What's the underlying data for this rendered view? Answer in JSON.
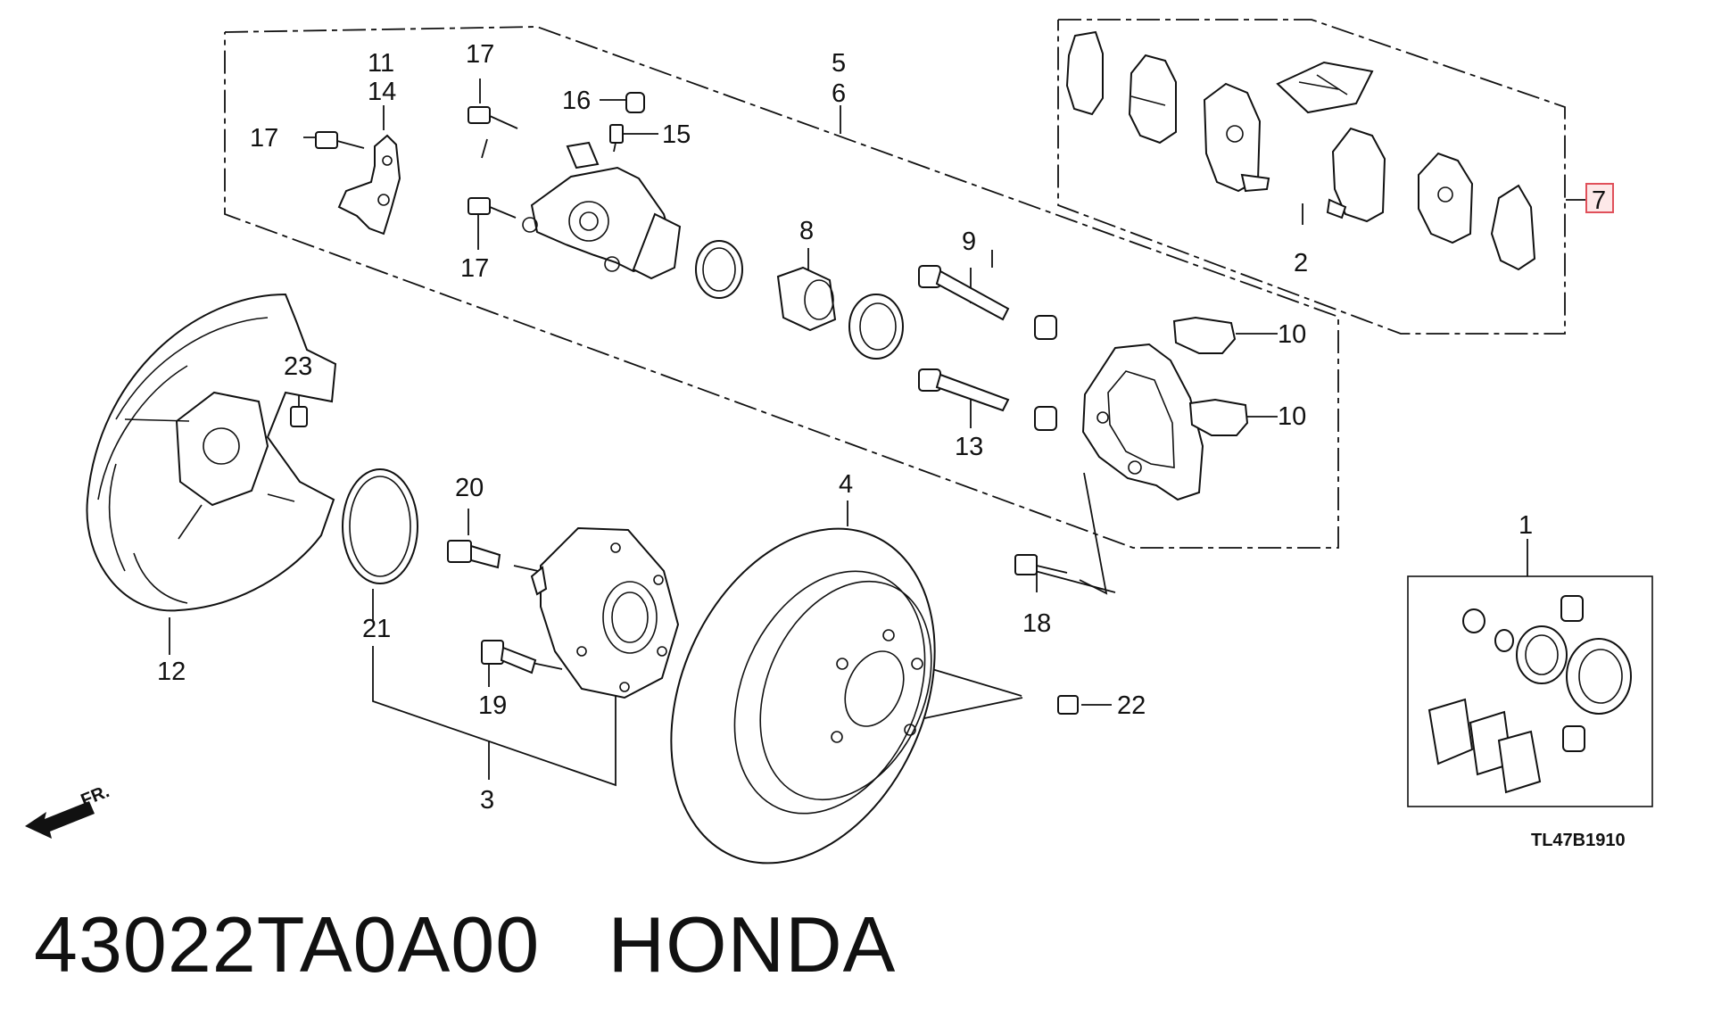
{
  "diagram": {
    "callouts": {
      "c1": "1",
      "c2": "2",
      "c3": "3",
      "c4": "4",
      "c5": "5",
      "c6": "6",
      "c7": "7",
      "c8": "8",
      "c9": "9",
      "c10a": "10",
      "c10b": "10",
      "c11": "11",
      "c12": "12",
      "c13": "13",
      "c14": "14",
      "c15": "15",
      "c16": "16",
      "c17a": "17",
      "c17b": "17",
      "c17c": "17",
      "c18": "18",
      "c19": "19",
      "c20": "20",
      "c21": "21",
      "c22": "22",
      "c23": "23"
    },
    "highlighted_callout": "7",
    "direction_label": "FR.",
    "diagram_code": "TL47B1910"
  },
  "footer": {
    "part_number": "43022TA0A00",
    "brand": "HONDA"
  },
  "colors": {
    "line": "#111111",
    "highlight_border": "#e0505a",
    "highlight_fill": "#fde8e8",
    "background": "#ffffff"
  }
}
